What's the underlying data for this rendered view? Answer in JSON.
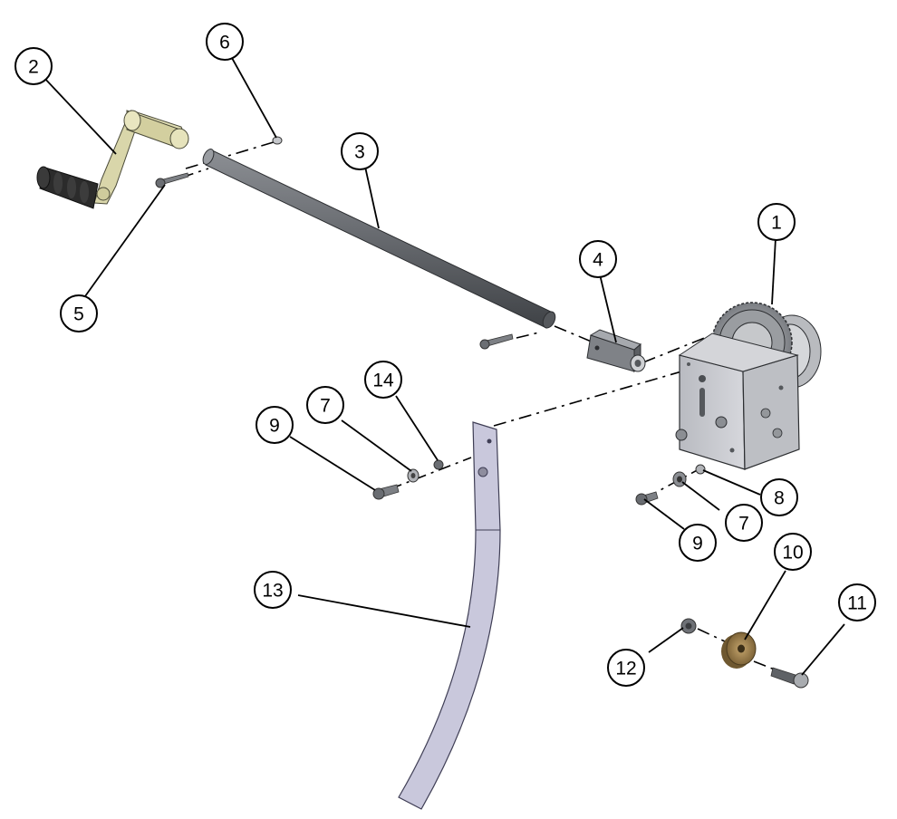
{
  "diagram": {
    "type": "exploded-parts-diagram",
    "colors": {
      "steel_dark": "#5f6266",
      "steel_mid": "#8e9196",
      "steel_light": "#c4c6ca",
      "handle_cream": "#d8d6a8",
      "knob_black": "#2a2a2a",
      "roller_tan": "#a08556",
      "line": "#000000"
    },
    "callouts": [
      {
        "id": "c1",
        "label": "1"
      },
      {
        "id": "c2",
        "label": "2"
      },
      {
        "id": "c3",
        "label": "3"
      },
      {
        "id": "c4",
        "label": "4"
      },
      {
        "id": "c5",
        "label": "5"
      },
      {
        "id": "c6",
        "label": "6"
      },
      {
        "id": "c7a",
        "label": "7"
      },
      {
        "id": "c7b",
        "label": "7"
      },
      {
        "id": "c8",
        "label": "8"
      },
      {
        "id": "c9a",
        "label": "9"
      },
      {
        "id": "c9b",
        "label": "9"
      },
      {
        "id": "c10",
        "label": "10"
      },
      {
        "id": "c11",
        "label": "11"
      },
      {
        "id": "c12",
        "label": "12"
      },
      {
        "id": "c13",
        "label": "13"
      },
      {
        "id": "c14",
        "label": "14"
      }
    ]
  }
}
